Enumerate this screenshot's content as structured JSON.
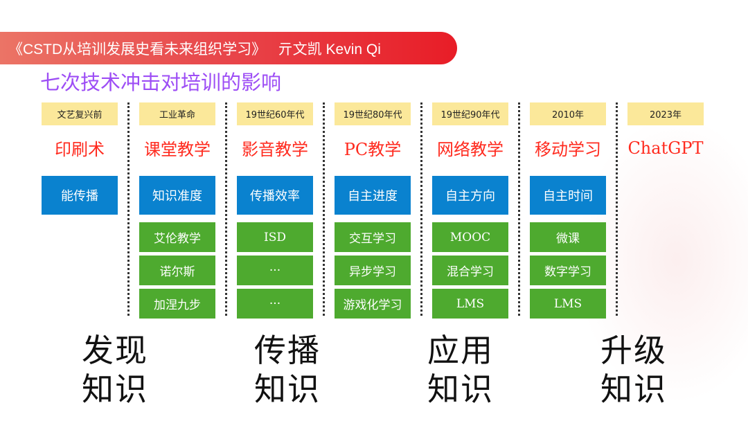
{
  "header": {
    "title": "《CSTD从培训发展史看未来组织学习》   亓文凯 Kevin Qi"
  },
  "subtitle": "七次技术冲击对培训的影响",
  "columns": [
    {
      "era": "文艺复兴前",
      "tech": "印刷术",
      "value": "能传播",
      "items": []
    },
    {
      "era": "工业革命",
      "tech": "课堂教学",
      "value": "知识准度",
      "items": [
        "艾伦教学",
        "诺尔斯",
        "加涅九步"
      ]
    },
    {
      "era": "19世纪60年代",
      "tech": "影音教学",
      "value": "传播效率",
      "items": [
        "ISD",
        "···",
        "···"
      ]
    },
    {
      "era": "19世纪80年代",
      "tech": "PC教学",
      "value": "自主进度",
      "items": [
        "交互学习",
        "异步学习",
        "游戏化学习"
      ]
    },
    {
      "era": "19世纪90年代",
      "tech": "网络教学",
      "value": "自主方向",
      "items": [
        "MOOC",
        "混合学习",
        "LMS"
      ]
    },
    {
      "era": "2010年",
      "tech": "移动学习",
      "value": "自主时间",
      "items": [
        "微课",
        "数字学习",
        "LMS"
      ]
    },
    {
      "era": "2023年",
      "tech": "ChatGPT",
      "value": null,
      "items": []
    }
  ],
  "knowledge": [
    {
      "line1": "发现",
      "line2": "知识"
    },
    {
      "line1": "传播",
      "line2": "知识"
    },
    {
      "line1": "应用",
      "line2": "知识"
    },
    {
      "line1": "升级",
      "line2": "知识"
    }
  ]
}
